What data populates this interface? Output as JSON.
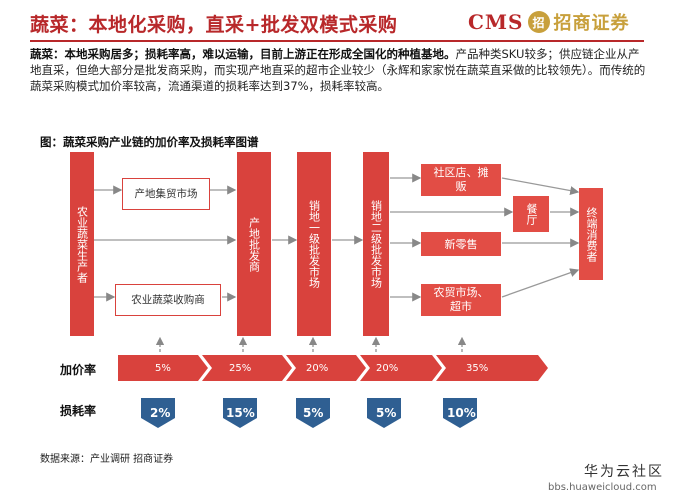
{
  "header": {
    "title": "蔬菜：本地化采购，直采+批发双模式采购",
    "logo_cms": "CMS",
    "logo_seal": "招",
    "logo_name": "招商证券"
  },
  "summary": {
    "bold_lead": "蔬菜：本地采购居多；损耗率高，难以运输，目前上游正在形成全国化的种植基地。",
    "body": "产品种类SKU较多；供应链企业从产地直采，但绝大部分是批发商采购，而实现产地直采的超市企业较少（永辉和家家悦在蔬菜直采做的比较领先）。而传统的蔬菜采购模式加价率较高，流通渠道的损耗率达到37%，损耗率较高。"
  },
  "figure": {
    "caption": "图：蔬菜采购产业链的加价率及损耗率图谱",
    "producer": "农业蔬菜生产者",
    "origin_market": "产地集贸市场",
    "purchase_agent": "农业蔬菜收购商",
    "origin_wholesaler": "产地批发商",
    "primary_wholesale": "销地一级批发市场",
    "secondary_wholesale": "销地二级批发市场",
    "community_store": "社区店、摊贩",
    "new_retail": "新零售",
    "farmers_market": "农贸市场、超市",
    "restaurant": "餐厅",
    "consumer": "终端消费者"
  },
  "markup": {
    "label": "加价率",
    "values": [
      "5%",
      "25%",
      "20%",
      "20%",
      "35%"
    ]
  },
  "loss": {
    "label": "损耗率",
    "values": [
      "2%",
      "15%",
      "5%",
      "5%",
      "10%"
    ]
  },
  "source": "数据来源：产业调研 招商证券",
  "watermark": {
    "name": "华为云社区",
    "url": "bbs.huaweicloud.com"
  },
  "colors": {
    "brand_red": "#b8282a",
    "box_red": "#d9423d",
    "loss_blue": "#2f5f92",
    "arrow_gray": "#888888"
  }
}
